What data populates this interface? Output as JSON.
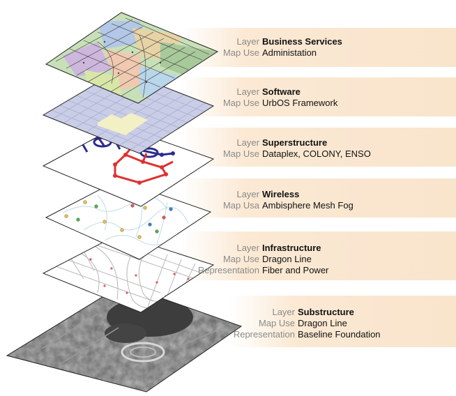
{
  "layers": [
    {
      "layer_key": "Layer",
      "name": "Business Services",
      "use_key": "Map Use",
      "use": "Administation"
    },
    {
      "layer_key": "Layer",
      "name": "Software",
      "use_key": "Map Use",
      "use": "UrbOS Framework"
    },
    {
      "layer_key": "Layer",
      "name": "Superstructure",
      "use_key": "Map Use",
      "use": "Dataplex, COLONY, ENSO"
    },
    {
      "layer_key": "Layer",
      "name": "Wireless",
      "use_key": "Map Usa",
      "use": "Ambisphere Mesh Fog"
    },
    {
      "layer_key": "Layer",
      "name": "Infrastructure",
      "use_key": "Map Use",
      "use": "Dragon Line",
      "rep_key": "Representation",
      "rep": "Fiber and Power"
    },
    {
      "layer_key": "Layer",
      "name": "Substructure",
      "use_key": "Map Use",
      "use": "Dragon Line",
      "rep_key": "Representation",
      "rep": "Baseline Foundation"
    }
  ],
  "colors": {
    "band": "#f9e4cc",
    "grid_plane": "#c9cde6",
    "highlight_block": "#f3f0c6",
    "blue_network": "#2b2b8f",
    "red_network": "#e03030",
    "aerial_dark": "#4a4a4a"
  }
}
